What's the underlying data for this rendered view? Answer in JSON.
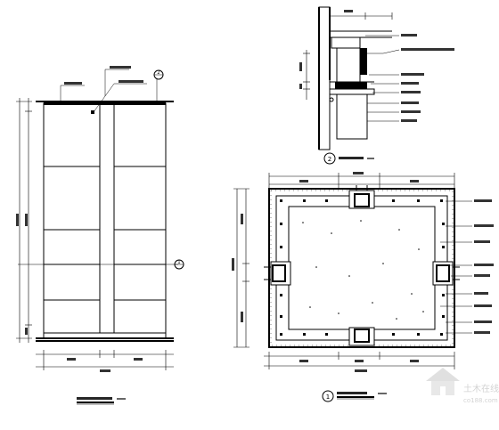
{
  "colors": {
    "line": "#000000",
    "background": "#ffffff",
    "watermark": "#c8c8c8"
  },
  "labels": {
    "section_marker_1": "1",
    "section_marker_2": "2",
    "detail_2_number": "2",
    "plan_1_number": "1"
  },
  "watermark": {
    "text": "土木在线",
    "subtext": "co188.com"
  },
  "icons": {
    "section_marker": "circle-marker-icon",
    "watermark_logo": "house-logo-icon"
  }
}
